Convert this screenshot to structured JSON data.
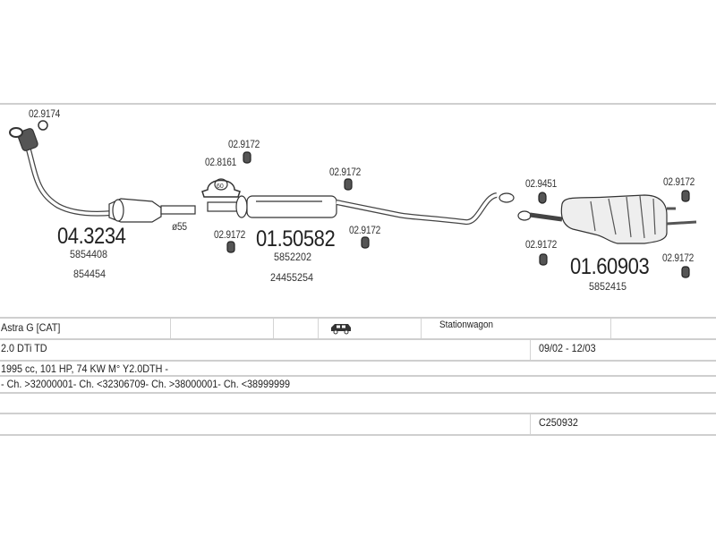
{
  "diagram": {
    "parts": [
      {
        "id": "front-pipe",
        "number": "04.3234",
        "oe_numbers": [
          "5854408",
          "854454"
        ]
      },
      {
        "id": "middle-silencer",
        "number": "01.50582",
        "oe_numbers": [
          "5852202",
          "24455254"
        ]
      },
      {
        "id": "rear-silencer",
        "number": "01.60903",
        "oe_numbers": [
          "5852415"
        ]
      }
    ],
    "accessories": {
      "gasket_front": "02.9174",
      "clamp": "02.8161",
      "clamp_size": "60",
      "hanger_1": "02.9172",
      "hanger_2": "02.9172",
      "hanger_3": "02.9172",
      "hanger_4": "02.9172",
      "rubber_ring": "02.9451",
      "hanger_5": "02.9172",
      "hanger_6": "02.9172",
      "hanger_7": "02.9172"
    },
    "pipe_diameter": "ø55"
  },
  "vehicle": {
    "model": "Astra G  [CAT]",
    "body_type": "Stationwagon",
    "body_icon": "station-wagon-icon",
    "engine": "2.0 DTi TD",
    "period": "09/02 - 12/03",
    "specs": "1995 cc, 101 HP, 74 KW M° Y2.0DTH -",
    "chassis": "- Ch. >32000001- Ch. <32306709- Ch. >38000001- Ch. <38999999",
    "catalog_code": "C250932"
  }
}
